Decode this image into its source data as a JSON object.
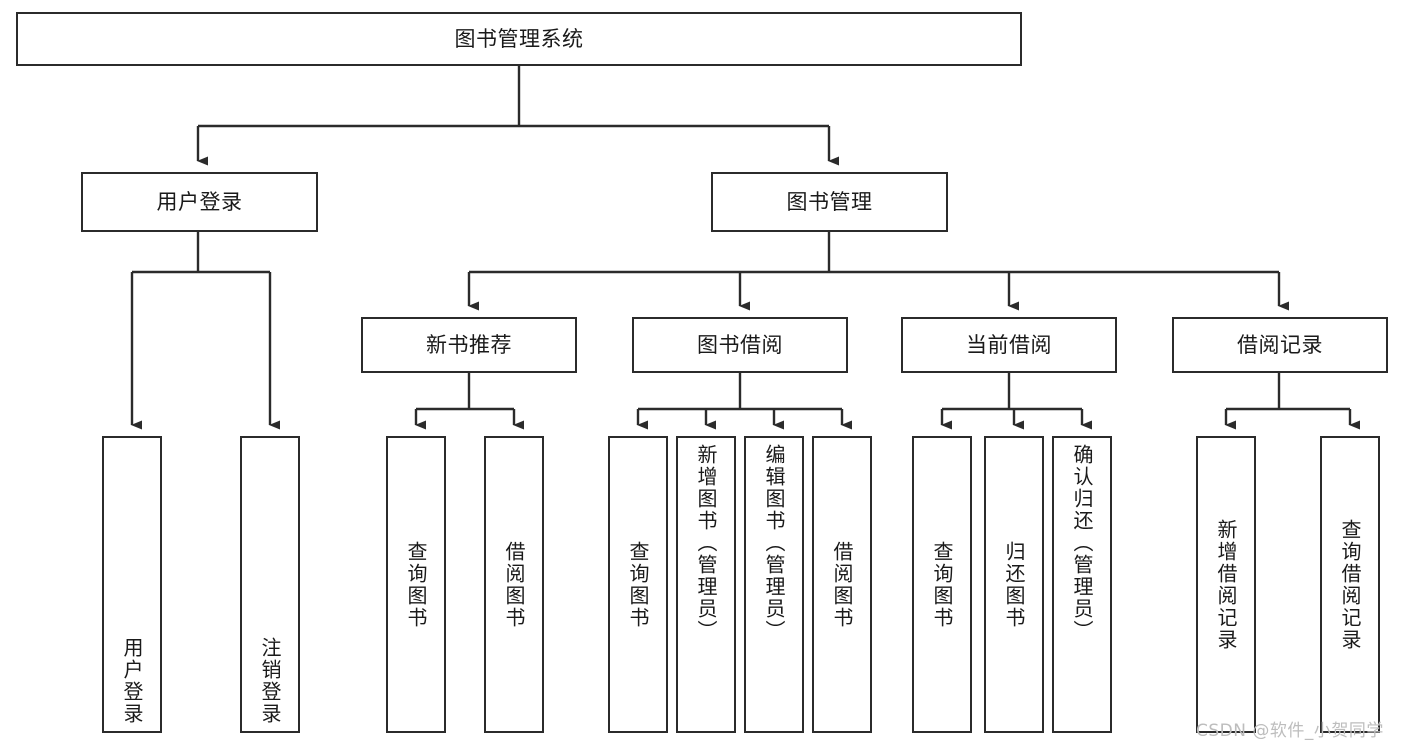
{
  "diagram": {
    "title": "图书管理系统",
    "watermark": "CSDN @软件_小贺同学",
    "colors": {
      "stroke": "#2b2b2b",
      "fill": "#ffffff",
      "text": "#1a1a1a",
      "watermark": "#bdbdbd",
      "background": "#ffffff"
    },
    "root": {
      "label": "图书管理系统"
    },
    "level1": [
      {
        "label": "用户登录"
      },
      {
        "label": "图书管理"
      }
    ],
    "level2": [
      {
        "label": "新书推荐"
      },
      {
        "label": "图书借阅"
      },
      {
        "label": "当前借阅"
      },
      {
        "label": "借阅记录"
      }
    ],
    "leaves": {
      "user_login": [
        {
          "label": "用户登录"
        },
        {
          "label": "注销登录"
        }
      ],
      "new_book_recommend": [
        {
          "label": "查询图书"
        },
        {
          "label": "借阅图书"
        }
      ],
      "book_borrow": [
        {
          "label": "查询图书"
        },
        {
          "label": "新增图书（管理员）"
        },
        {
          "label": "编辑图书（管理员）"
        },
        {
          "label": "借阅图书"
        }
      ],
      "current_borrow": [
        {
          "label": "查询图书"
        },
        {
          "label": "归还图书"
        },
        {
          "label": "确认归还（管理员）"
        }
      ],
      "borrow_record": [
        {
          "label": "新增借阅记录"
        },
        {
          "label": "查询借阅记录"
        }
      ]
    }
  }
}
